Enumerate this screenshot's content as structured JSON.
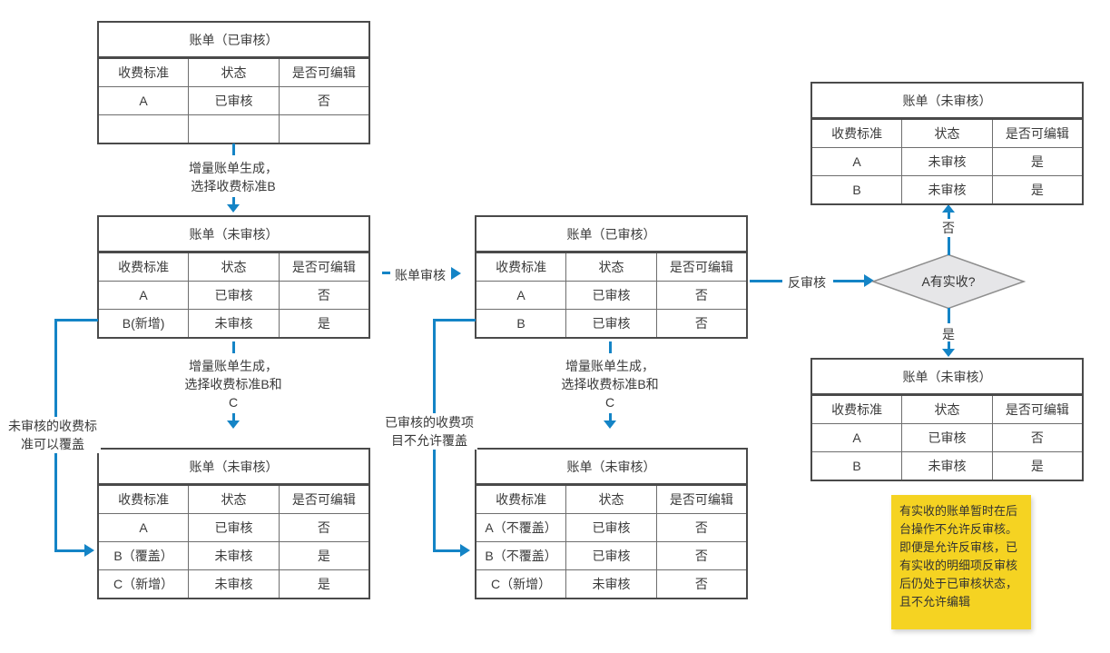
{
  "colors": {
    "accent_blue": "#1484c6",
    "table_border": "#4a4a4a",
    "inner_border": "#6e6e6e",
    "text": "#3a3a3a",
    "diamond_fill": "#e6e6e8",
    "diamond_border": "#8f8f8f",
    "note_bg": "#f5d322"
  },
  "columns": [
    "收费标准",
    "状态",
    "是否可编辑"
  ],
  "tables": {
    "t1": {
      "title": "账单（已审核）",
      "rows": [
        [
          "A",
          "已审核",
          "否"
        ],
        [
          "",
          "",
          ""
        ]
      ]
    },
    "t2": {
      "title": "账单（未审核）",
      "rows": [
        [
          "A",
          "已审核",
          "否"
        ],
        [
          "B(新增)",
          "未审核",
          "是"
        ]
      ]
    },
    "t3": {
      "title": "账单（已审核）",
      "rows": [
        [
          "A",
          "已审核",
          "否"
        ],
        [
          "B",
          "已审核",
          "否"
        ]
      ]
    },
    "t4": {
      "title": "账单（未审核）",
      "rows": [
        [
          "A",
          "未审核",
          "是"
        ],
        [
          "B",
          "未审核",
          "是"
        ]
      ]
    },
    "t5": {
      "title": "账单（未审核）",
      "rows": [
        [
          "A",
          "已审核",
          "否"
        ],
        [
          "B",
          "未审核",
          "是"
        ]
      ]
    },
    "t6": {
      "title": "账单（未审核）",
      "rows": [
        [
          "A",
          "已审核",
          "否"
        ],
        [
          "B（覆盖）",
          "未审核",
          "是"
        ],
        [
          "C（新增）",
          "未审核",
          "是"
        ]
      ]
    },
    "t7": {
      "title": "账单（未审核）",
      "rows": [
        [
          "A（不覆盖）",
          "已审核",
          "否"
        ],
        [
          "B（不覆盖）",
          "已审核",
          "否"
        ],
        [
          "C（新增）",
          "未审核",
          "否"
        ]
      ]
    }
  },
  "labels": {
    "gen_b": "增量账单生成，\n选择收费标准B",
    "gen_bc": "增量账单生成，\n选择收费标准B和\nC",
    "bill_audit": "账单审核",
    "reverse_audit": "反审核",
    "diamond": "A有实收?",
    "no": "否",
    "yes": "是",
    "anno_left": "未审核的收费标\n准可以覆盖",
    "anno_center": "已审核的收费项\n目不允许覆盖",
    "note": "有实收的账单暂时在后\n台操作不允许反审核。\n即便是允许反审核，已\n有实收的明细项反审核\n后仍处于已审核状态，\n且不允许编辑"
  }
}
